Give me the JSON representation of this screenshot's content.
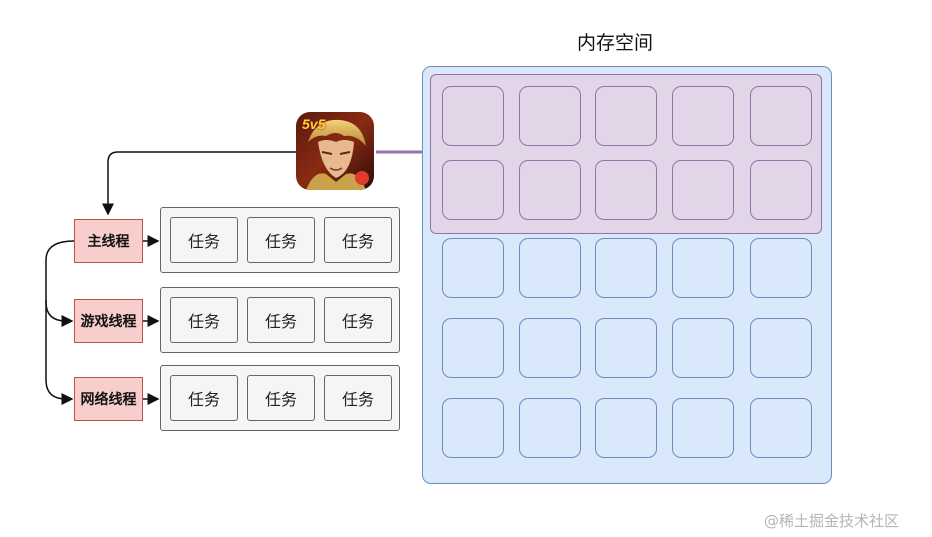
{
  "diagram": {
    "memory_title": "内存空间",
    "threads": [
      {
        "label": "主线程",
        "tasks": [
          "任务",
          "任务",
          "任务"
        ]
      },
      {
        "label": "游戏线程",
        "tasks": [
          "任务",
          "任务",
          "任务"
        ]
      },
      {
        "label": "网络线程",
        "tasks": [
          "任务",
          "任务",
          "任务"
        ]
      }
    ],
    "app_icon": {
      "badge": "5v5"
    },
    "memory_grid": {
      "rows": 5,
      "cols": 5,
      "highlighted_rows": 2
    },
    "colors": {
      "memory_fill": "#dae8fc",
      "memory_stroke": "#6c8ebf",
      "region_fill": "#e1d5e7",
      "region_stroke": "#9673a6",
      "thread_fill": "#f8cecc",
      "thread_stroke": "#b85450",
      "task_fill": "#f5f5f5",
      "task_stroke": "#666666"
    }
  },
  "watermark": "@稀土掘金技术社区"
}
